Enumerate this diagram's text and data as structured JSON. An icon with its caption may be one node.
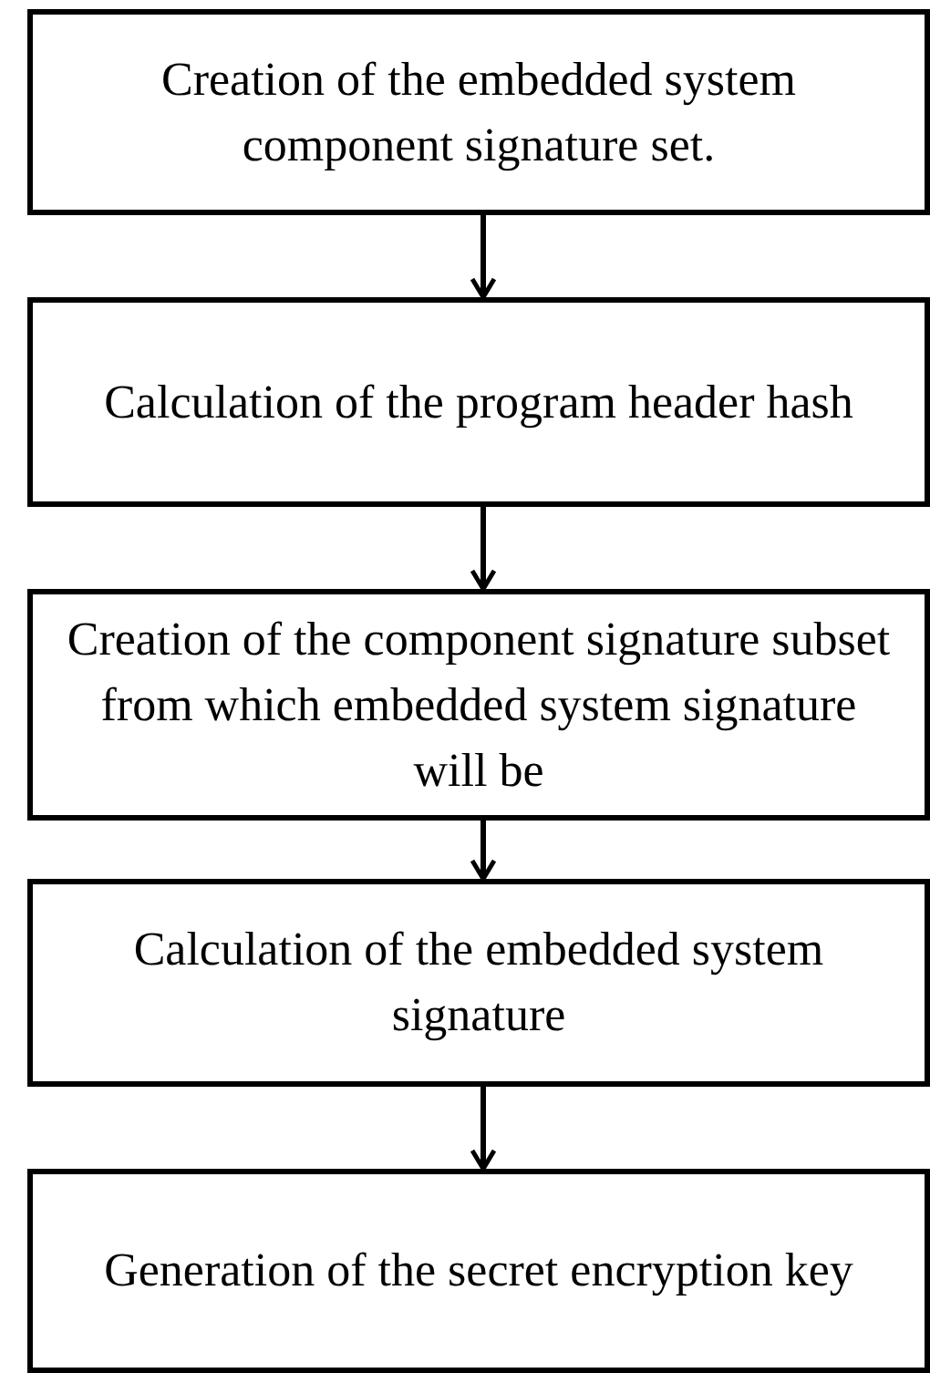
{
  "diagram": {
    "nodes": [
      {
        "text": [
          "Creation of the embedded system component signature set."
        ]
      },
      {
        "text": [
          "Calculation of the program header hash"
        ]
      },
      {
        "text": [
          "Creation of the component signature subset from which embedded system signature will be"
        ]
      },
      {
        "text": [
          "Calculation of the embedded system signature"
        ]
      },
      {
        "text": [
          "Generation of the secret encryption key"
        ]
      }
    ],
    "edges": [
      {
        "from": 0,
        "to": 1,
        "arrow": "to"
      },
      {
        "from": 1,
        "to": 2,
        "arrow": "to"
      },
      {
        "from": 2,
        "to": 3,
        "arrow": "to"
      },
      {
        "from": 3,
        "to": 4,
        "arrow": "to"
      }
    ]
  }
}
